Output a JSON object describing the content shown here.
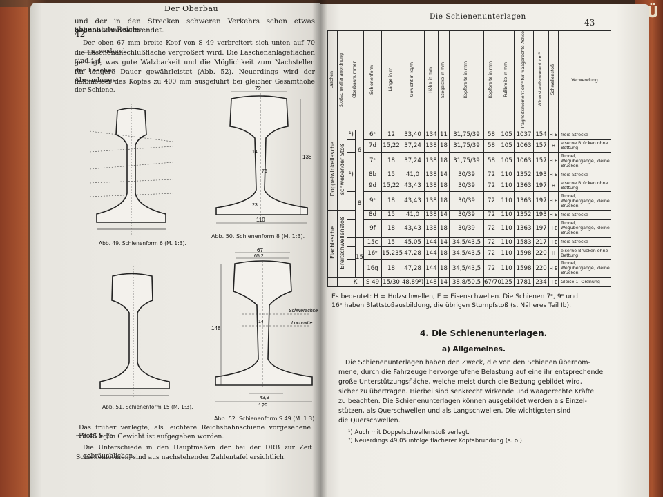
{
  "cover": {
    "edge_text": "Ü"
  },
  "left_page": {
    "page_number": "42",
    "header": "Der Oberbau",
    "para_top": [
      "und der in den Strecken schweren Verkehrs schon etwas abgenutzte Reichs-",
      "bahnoberbau verwendet.",
      "Der oben 67 mm breite Kopf von S 49 verbreitert sich unten auf 70 mm, wodurch",
      "die Laschenanschlußfläche vergrößert wird. Die Laschenanlageflächen sind 1:4",
      "geneigt, was gute Walzbarkeit und die Möglichkeit zum Nachstellen der Laschen",
      "für längere Dauer gewährleistet (Abb. 52). Neuerdings wird der Abrundungs-",
      "halbmesser des Kopfes zu 400 mm ausgeführt bei gleicher Gesamthöhe der Schiene."
    ],
    "captions": {
      "fig49": "Abb. 49. Schienenform 6 (M. 1:3).",
      "fig50": "Abb. 50. Schienenform 8 (M. 1:3).",
      "fig51": "Abb. 51. Schienenform 15 (M. 1:3).",
      "fig52": "Abb. 52. Schienenform S 49 (M. 1:3)."
    },
    "fig50_dims": {
      "top": "72",
      "side": "138",
      "bottom": "110",
      "web": "14",
      "mid": "76",
      "lower": "23"
    },
    "fig52_dims": {
      "top1": "67",
      "top2": "65,2",
      "height": "148",
      "web": "14",
      "bottom": "125",
      "foot": "43,9"
    },
    "fig52_labels": {
      "schwerachse": "Schwerachse",
      "lochmitte": "Lochmitte"
    },
    "para_bottom": [
      "Das früher verlegte, als leichtere Reichsbahnschiene vorgesehene Profil S 45",
      "mit 45 kg/m Gewicht ist aufgegeben worden.",
      "Die Unterschiede in den Hauptmaßen der bei der DRB zur Zeit gebräuchlichen",
      "Schienenformen, sind aus nachstehender Zahlentafel ersichtlich."
    ]
  },
  "right_page": {
    "page_number": "43",
    "header": "Die Schienenunterlagen",
    "table": {
      "headers": [
        "Laschen",
        "Stoßschwellenanordnung",
        "Oberbaunummer",
        "Schienenform",
        "Länge in m",
        "Gewicht in kg/m",
        "Höhe in mm",
        "Stegdicke in mm",
        "Kopfbreite in mm",
        "Kopfbreite in mm",
        "Fußbreite in mm",
        "Trägheitsmoment cm⁴ für waagerechte Achse",
        "Widerstandsmoment cm³",
        "Schwellenstoß",
        "Verwendung"
      ],
      "group_labels": {
        "laschen1": "Doppelwinkellasche",
        "stoss1": "schwebender Stoß",
        "laschen2": "Flachlasche",
        "stoss2": "Breitschwellenstoß"
      },
      "oberbau": {
        "g6": "6",
        "g8": "8",
        "g15": "15",
        "k": "K"
      },
      "rows": [
        {
          "fn": "¹)",
          "form": "6ᵉ",
          "len": "12",
          "wt": "33,40",
          "h": "134",
          "steg": "11",
          "kopf": "31,75/39",
          "kb": "58",
          "fuss": "105",
          "tm": "1037",
          "wm": "154",
          "stoss": "H E",
          "use": "freie Strecke"
        },
        {
          "fn": "",
          "form": "7d",
          "len": "15,22",
          "wt": "37,24",
          "h": "138",
          "steg": "18",
          "kopf": "31,75/39",
          "kb": "58",
          "fuss": "105",
          "tm": "1063",
          "wm": "157",
          "stoss": "H",
          "use": "eiserne Brücken ohne Bettung"
        },
        {
          "fn": "",
          "form": "7ᵉ",
          "len": "18",
          "wt": "37,24",
          "h": "138",
          "steg": "18",
          "kopf": "31,75/39",
          "kb": "58",
          "fuss": "105",
          "tm": "1063",
          "wm": "157",
          "stoss": "H E",
          "use": "Tunnel, Wegübergänge, kleine Brücken"
        },
        {
          "fn": "¹)",
          "form": "8b",
          "len": "15",
          "wt": "41,0",
          "h": "138",
          "steg": "14",
          "kopf": "30/39",
          "kb": "72",
          "fuss": "110",
          "tm": "1352",
          "wm": "193",
          "stoss": "H E",
          "use": "freie Strecke"
        },
        {
          "fn": "",
          "form": "9d",
          "len": "15,22",
          "wt": "43,43",
          "h": "138",
          "steg": "18",
          "kopf": "30/39",
          "kb": "72",
          "fuss": "110",
          "tm": "1363",
          "wm": "197",
          "stoss": "H",
          "use": "eiserne Brücken ohne Bettung"
        },
        {
          "fn": "",
          "form": "9ᵉ",
          "len": "18",
          "wt": "43,43",
          "h": "138",
          "steg": "18",
          "kopf": "30/39",
          "kb": "72",
          "fuss": "110",
          "tm": "1363",
          "wm": "197",
          "stoss": "H E",
          "use": "Tunnel, Wegübergänge, kleine Brücken"
        },
        {
          "fn": "",
          "form": "8d",
          "len": "15",
          "wt": "41,0",
          "h": "138",
          "steg": "14",
          "kopf": "30/39",
          "kb": "72",
          "fuss": "110",
          "tm": "1352",
          "wm": "193",
          "stoss": "H E",
          "use": "freie Strecke"
        },
        {
          "fn": "",
          "form": "9f",
          "len": "18",
          "wt": "43,43",
          "h": "138",
          "steg": "18",
          "kopf": "30/39",
          "kb": "72",
          "fuss": "110",
          "tm": "1363",
          "wm": "197",
          "stoss": "H E",
          "use": "Tunnel, Wegübergänge, kleine Brücken"
        },
        {
          "fn": "",
          "form": "15c",
          "len": "15",
          "wt": "45,05",
          "h": "144",
          "steg": "14",
          "kopf": "34,5/43,5",
          "kb": "72",
          "fuss": "110",
          "tm": "1583",
          "wm": "217",
          "stoss": "H E",
          "use": "freie Strecke"
        },
        {
          "fn": "",
          "form": "16ᵉ",
          "len": "15,235",
          "wt": "47,28",
          "h": "144",
          "steg": "18",
          "kopf": "34,5/43,5",
          "kb": "72",
          "fuss": "110",
          "tm": "1598",
          "wm": "220",
          "stoss": "H",
          "use": "eiserne Brücken ohne Bettung"
        },
        {
          "fn": "",
          "form": "16g",
          "len": "18",
          "wt": "47,28",
          "h": "144",
          "steg": "18",
          "kopf": "34,5/43,5",
          "kb": "72",
          "fuss": "110",
          "tm": "1598",
          "wm": "220",
          "stoss": "H E",
          "use": "Tunnel, Wegübergänge, kleine Brücken"
        },
        {
          "fn": "",
          "form": "S 49",
          "len": "15/30",
          "wt": "48,89²)",
          "h": "148",
          "steg": "14",
          "kopf": "38,8/50,5",
          "kb": "67/70",
          "fuss": "125",
          "tm": "1781",
          "wm": "234",
          "stoss": "H E",
          "use": "Gleise 1. Ordnung"
        }
      ]
    },
    "legend": [
      "Es bedeutet: H = Holzschwellen, E = Eisenschwellen. Die Schienen 7ᵉ, 9ᵉ und",
      "16ᵉ haben Blattstoßausbildung, die übrigen Stumpfstoß (s. Näheres Teil Ib)."
    ],
    "section_title": "4. Die Schienenunterlagen.",
    "subsection_title": "a) Allgemeines.",
    "body": [
      "Die Schienenunterlagen haben den Zweck, die von den Schienen übernom-",
      "mene, durch die Fahrzeuge hervorgerufene Belastung auf eine ihr entsprechende",
      "große Unterstützungsfläche, welche meist durch die Bettung gebildet wird,",
      "sicher zu übertragen. Hierbei sind senkrecht wirkende und waagerechte Kräfte",
      "zu beachten. Die Schienenunterlagen können ausgebildet werden als Einzel-",
      "stützen, als Querschwellen und als Langschwellen. Die wichtigsten sind",
      "die Querschwellen."
    ],
    "footnotes": [
      "¹) Auch mit Doppelschwellenstoß verlegt.",
      "²) Neuerdings 49,05 infolge flacherer Kopfabrundung (s. o.)."
    ]
  }
}
